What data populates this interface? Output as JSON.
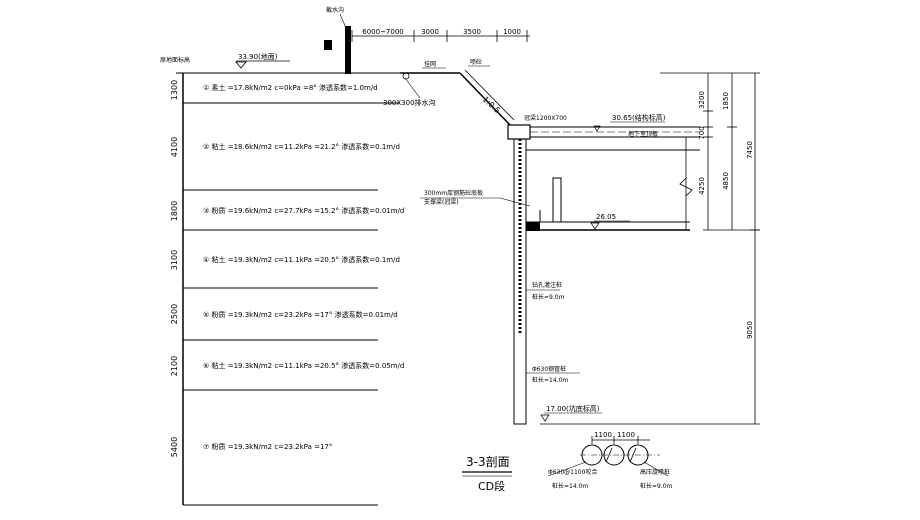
{
  "top_dims": [
    "6000~7000",
    "3000",
    "3500",
    "1000"
  ],
  "top_label": "截水沟",
  "left_top_label": "原地面标高",
  "ground_elev": "33.90(地面)",
  "left_dims": [
    "1300",
    "4100",
    "1800",
    "3100",
    "2500",
    "2100",
    "5400"
  ],
  "layers": [
    "① 素土 =17.8kN/m2  c=0kPa  =8°  渗透系数=1.0m/d",
    "② 粘土 =18.6kN/m2  c=11.2kPa  =21.2°  渗透系数=0.1m/d",
    "③ 粉质 =19.6kN/m2  c=27.7kPa  =15.2°  渗透系数=0.01m/d",
    "④ 粘土 =19.3kN/m2  c=11.1kPa  =20.5°  渗透系数=0.1m/d",
    "⑤ 粉质 =19.3kN/m2  c=23.2kPa  =17°  渗透系数=0.01m/d",
    "⑥ 粘土 =19.3kN/m2  c=11.1kPa  =20.5°  渗透系数=0.05m/d",
    "⑦ 粉质 =19.3kN/m2  c=23.2kPa  =17°"
  ],
  "ditch_label": "300X300排水沟",
  "slope_label": "1:0.5",
  "slope_top_labels": [
    "挂网",
    "喷砼"
  ],
  "crown_beam": "冠梁1200X700",
  "elev_top": "30.65(结构标高)",
  "slab_label": "地下室顶板",
  "right_dims_inner": [
    "3200",
    "700",
    "4250"
  ],
  "right_dims_outer": [
    "1850",
    "4850",
    "7450",
    "9050"
  ],
  "strut_label": "300mm厚钢筋砼底板",
  "strut_label2": "支撑梁(冠梁)",
  "elev_mid": "26.05",
  "pile_label": "钻孔灌注桩",
  "pile_len": "桩长=9.0m",
  "anchor_label": "Φ630钢管桩",
  "anchor_len": "桩长=14.0m",
  "elev_bottom": "17.00(坑底标高)",
  "section_title": "3-3剖面",
  "section_sub": "CD段",
  "pile_spacing": [
    "1100",
    "1100"
  ],
  "pile_detail_left": "Φ630@1100咬合",
  "pile_detail_left_len": "桩长=14.0m",
  "pile_detail_right": "高压旋喷桩",
  "pile_detail_right_len": "桩长=9.0m"
}
